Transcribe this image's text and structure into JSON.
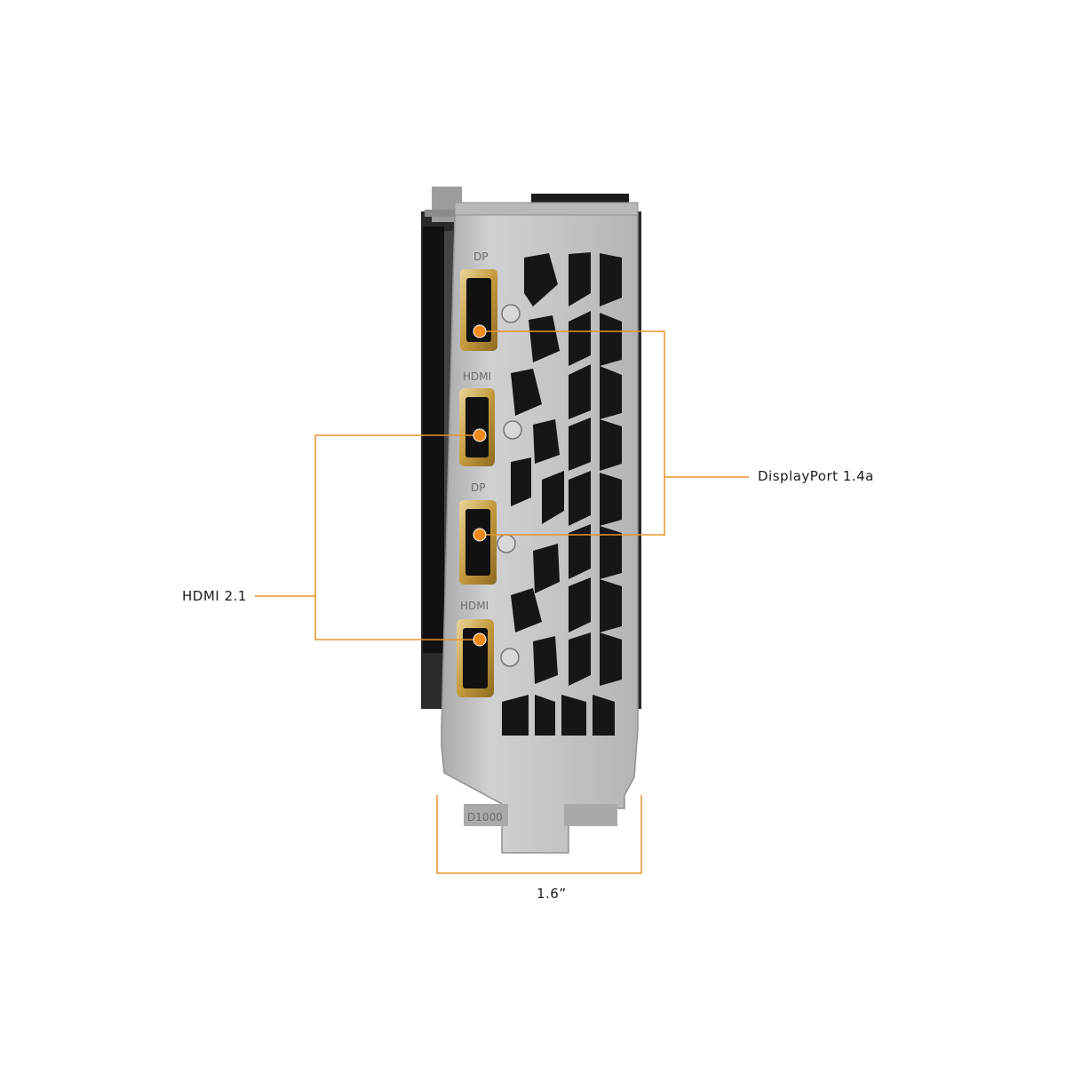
{
  "callouts": {
    "displayport": "DisplayPort 1.4a",
    "hdmi": "HDMI 2.1",
    "width": "1.6”"
  },
  "bracket": {
    "port_labels": [
      "DP",
      "HDMI",
      "DP",
      "HDMI"
    ],
    "tab_marking": "D1000"
  },
  "colors": {
    "accent": "#e8932a",
    "port_gold": "#c9a24a",
    "bracket_steel": "#bfc0c2"
  }
}
